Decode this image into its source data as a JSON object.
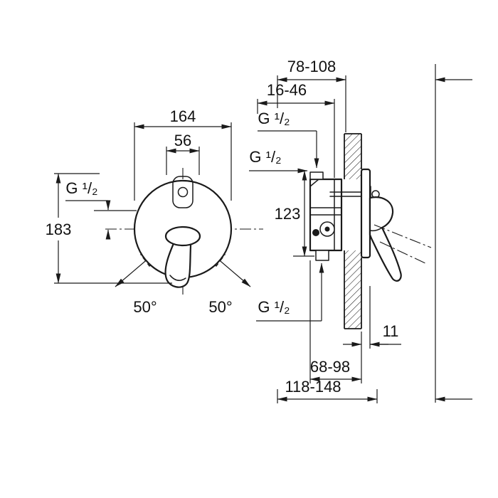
{
  "colors": {
    "ink": "#1a1a1a",
    "background": "#ffffff"
  },
  "front_view": {
    "dim_width_outer": "164",
    "dim_width_inner": "56",
    "dim_height": "183",
    "thread_label": "G ¹/₂",
    "angle_left": "50°",
    "angle_right": "50°"
  },
  "side_view": {
    "dim_depth_total": "78-108",
    "dim_depth_box": "16-46",
    "thread_top": "G ¹/₂",
    "thread_inlet": "G ¹/₂",
    "dim_connection_height": "123",
    "thread_outlet": "G ¹/₂",
    "dim_plate_thickness": "11",
    "dim_depth_lower": "68-98",
    "dim_depth_max": "118-148"
  }
}
